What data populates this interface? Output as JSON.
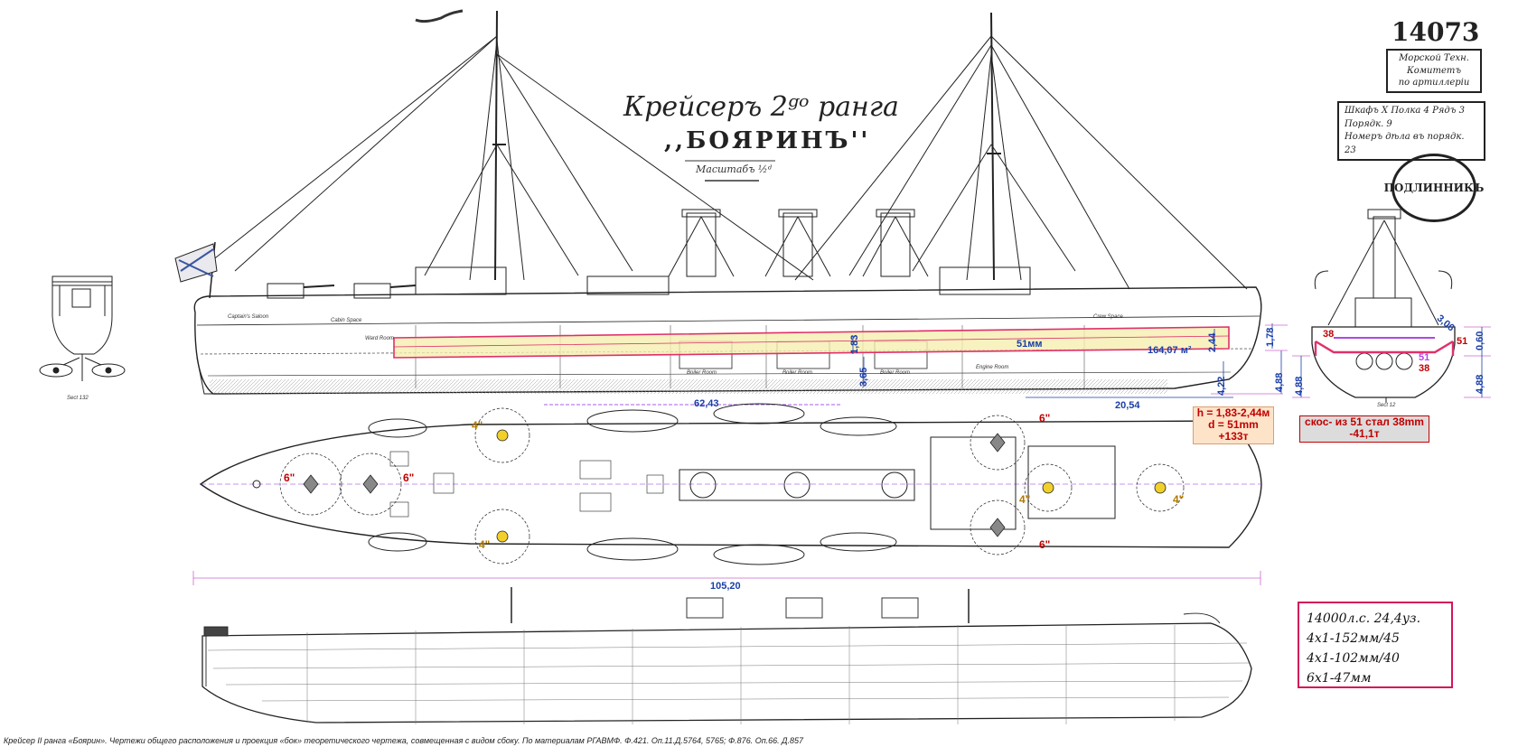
{
  "title": {
    "main": "Крейсеръ 2ᵍᵒ ранга",
    "name": ",,БОЯРИНЪ''",
    "scale": "Масштабъ ½ᵈ"
  },
  "archive_number": "14073",
  "stamp1": {
    "line1": "Морской Техн.",
    "line2": "Комитетъ",
    "line3": "по артиллеріи"
  },
  "stamp2": {
    "line1": "Шкафъ X  Полка 4  Рядъ 3",
    "line2": "Порядк. 9",
    "line3": "Номеръ дѣла въ порядк. 23"
  },
  "stamp3": "ПОДЛИННИКЪ",
  "sections": {
    "stern_label": "Sect 132",
    "midship_label": "Sect 12"
  },
  "dimensions": {
    "armor_height": "1,83",
    "depth_a": "3,65",
    "deck_thick": "51мм",
    "area": "164,07 м²",
    "armor_h2": "2,44",
    "bow_h": "4,22",
    "freeboard": "1,78",
    "draft": "4,88",
    "aft_len": "20,54",
    "fwd_len": "62,43",
    "total_len": "105,20",
    "mid_h": "0,60",
    "mid_draft": "4,88",
    "slope_w": "3,06",
    "slope_38_left": "38",
    "slope_51": "51",
    "slope_51_b": "51",
    "slope_38_b": "38"
  },
  "callouts": {
    "armor": [
      "h = 1,83-2,44м",
      "d = 51mm",
      "+133т"
    ],
    "slope": [
      "скос- из 51 стал 38mm",
      "-41,1т"
    ]
  },
  "guns": {
    "g6_bow_left": "6\"",
    "g6_bow_mid": "6\"",
    "g4_top": "4\"",
    "g4_bottom": "4\"",
    "g6_stern_top": "6\"",
    "g6_stern_bottom": "6\"",
    "g4_stern_a": "4\"",
    "g4_stern_b": "4\""
  },
  "rooms": {
    "r1": "Captain's Saloon",
    "r2": "Cabin Space",
    "r3": "Ward Room",
    "r4": "Boiler Room",
    "r5": "Boiler Room",
    "r6": "Boiler Room",
    "r7": "Engine Room",
    "r8": "Crew Space"
  },
  "specs": [
    "14000л.с.   24,4уз.",
    "4х1-152мм/45",
    "4х1-102мм/40",
    "6х1-47мм"
  ],
  "caption": "Крейсер II ранга «Боярин». Чертежи общего расположения и проекция «бок» теоретического чертежа, совмещенная с видом сбоку. По материалам РГАВМФ. Ф.421. Оп.11.Д.5764, 5765; Ф.876. Оп.66. Д.857",
  "colors": {
    "armor_fill": "#f5efb0",
    "armor_outline": "#e0306a",
    "dim_blue": "#1a3ea8",
    "accent_red": "#c00000",
    "spec_border": "#d4145a",
    "ink": "#222222"
  }
}
